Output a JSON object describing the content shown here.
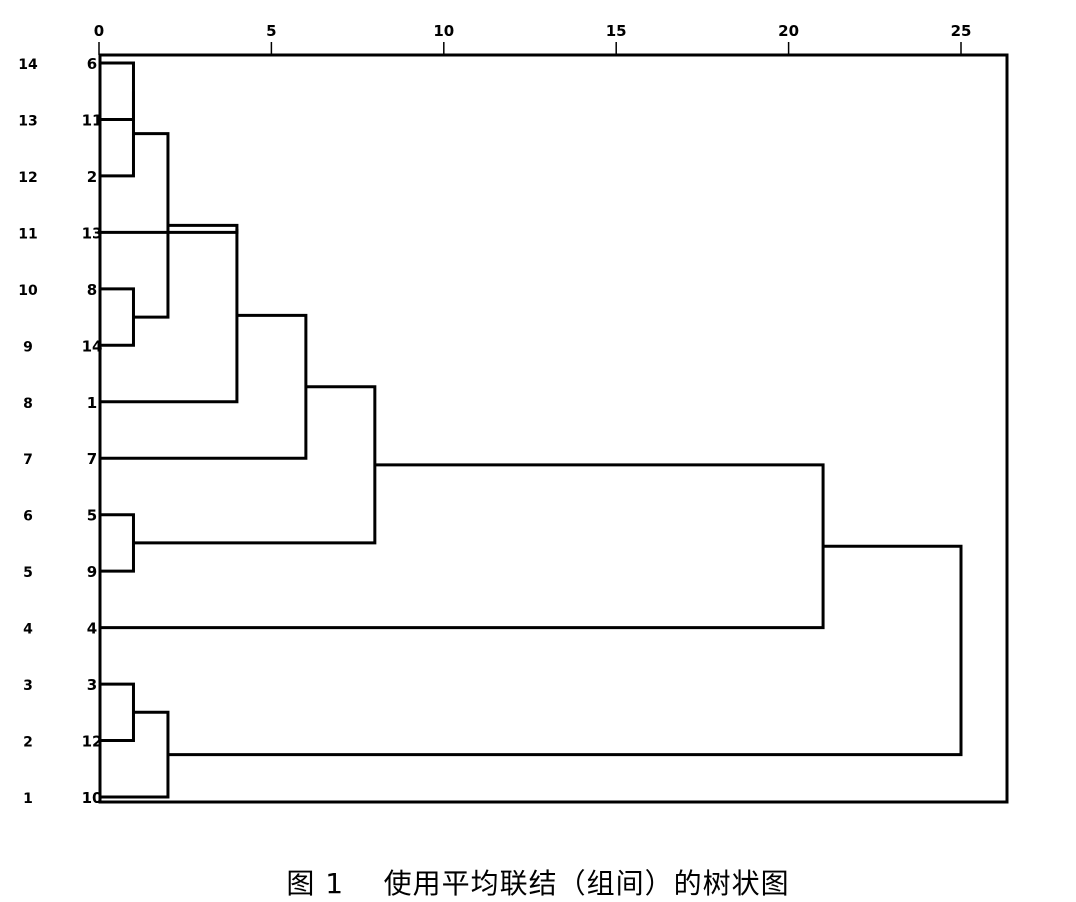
{
  "caption": "图 1    使用平均联结（组间）的树状图",
  "chart_data": {
    "type": "dendrogram",
    "xlim": [
      0,
      26.3
    ],
    "x_ticks": [
      0,
      5,
      10,
      15,
      20,
      25
    ],
    "row_numbers": [
      "14",
      "13",
      "12",
      "11",
      "10",
      "9",
      "8",
      "7",
      "6",
      "5",
      "4",
      "3",
      "2",
      "1"
    ],
    "leaves": [
      "6",
      "11",
      "2",
      "13",
      "8",
      "14",
      "1",
      "7",
      "5",
      "9",
      "4",
      "3",
      "12",
      "10"
    ],
    "merges": [
      {
        "a": "6",
        "b": "11",
        "height": 1,
        "id": "m1"
      },
      {
        "a": "m1",
        "b": "2",
        "height": 1,
        "id": "m2"
      },
      {
        "a": "8",
        "b": "14",
        "height": 1,
        "id": "m3"
      },
      {
        "a": "5",
        "b": "9",
        "height": 1,
        "id": "m4"
      },
      {
        "a": "3",
        "b": "12",
        "height": 1,
        "id": "m5"
      },
      {
        "a": "m2",
        "b": "m3",
        "height": 2,
        "id": "m6"
      },
      {
        "a": "m5",
        "b": "10",
        "height": 2,
        "id": "m7"
      },
      {
        "a": "13",
        "b": "m6",
        "height": 4,
        "id": "m8"
      },
      {
        "a": "m8",
        "b": "1",
        "height": 4,
        "id": "m9"
      },
      {
        "a": "m9",
        "b": "7",
        "height": 6,
        "id": "m10"
      },
      {
        "a": "m10",
        "b": "m4",
        "height": 8,
        "id": "m11"
      },
      {
        "a": "m11",
        "b": "4",
        "height": 21,
        "id": "m12"
      },
      {
        "a": "m12",
        "b": "m7",
        "height": 25,
        "id": "m13"
      }
    ]
  }
}
